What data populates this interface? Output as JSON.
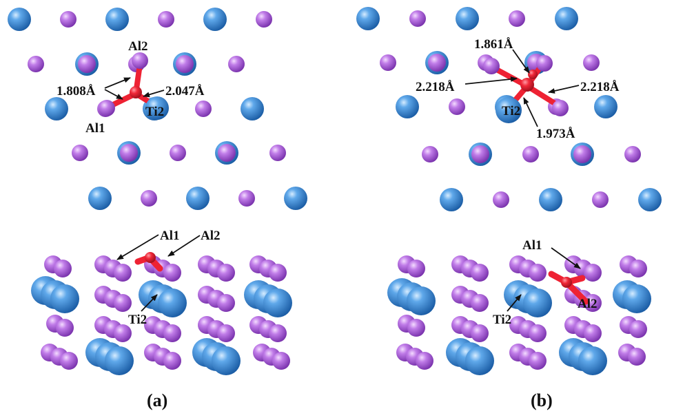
{
  "colors": {
    "titanium": "#3d8fd6",
    "aluminum": "#b266df",
    "bond": "#ee2233",
    "arrow": "#111111"
  },
  "panel_a": {
    "caption": "(a)",
    "top_labels": {
      "al2": "Al2",
      "al1": "Al1",
      "ti2": "Ti2",
      "d1": "1.808Å",
      "d2": "2.047Å"
    },
    "side_labels": {
      "al1": "Al1",
      "al2": "Al2",
      "ti2": "Ti2"
    }
  },
  "panel_b": {
    "caption": "(b)",
    "top_labels": {
      "d1": "1.861Å",
      "d2": "2.218Å",
      "d3": "2.218Å",
      "d4": "1.973Å",
      "ti2": "Ti2"
    },
    "side_labels": {
      "al1": "Al1",
      "al2": "Al2",
      "ti2": "Ti2"
    }
  }
}
